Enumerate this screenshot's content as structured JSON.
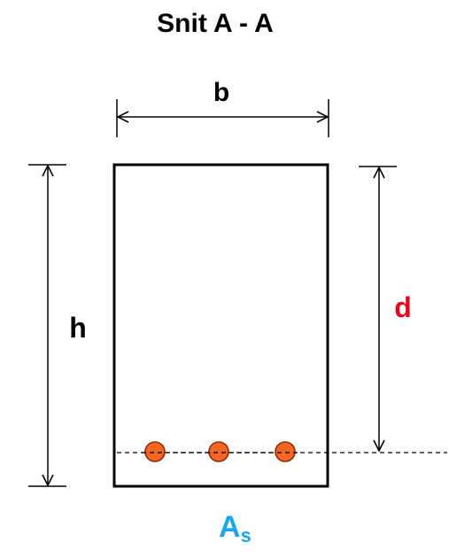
{
  "title": "Snit A - A",
  "labels": {
    "width": "b",
    "height": "h",
    "effective_depth": "d",
    "steel_area_main": "A",
    "steel_area_sub": "s"
  },
  "rebar_count": 3,
  "colors": {
    "lines": "#000000",
    "effective_depth_label": "#e8001c",
    "steel_area_label": "#1ea7e8",
    "rebar_fill": "#f26522",
    "rebar_stroke": "#8a2c0a"
  }
}
